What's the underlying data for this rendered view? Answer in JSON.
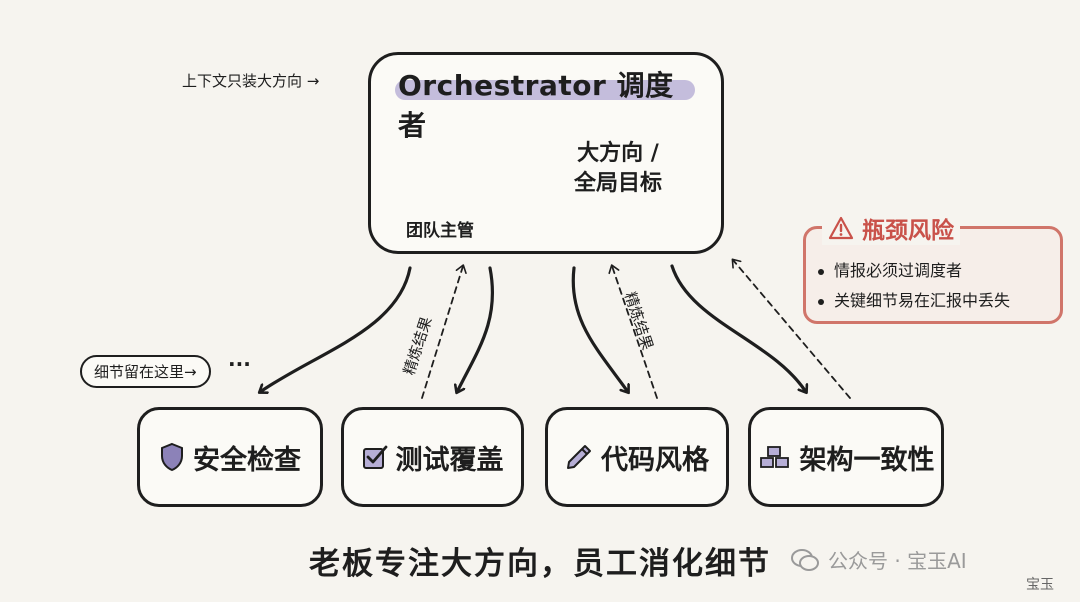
{
  "orchestrator": {
    "title": "Orchestrator 调度者",
    "person_label": "团队主管",
    "thought_line1": "大方向 /",
    "thought_line2": "全局目标"
  },
  "side_note": "上下文只装大方向 →",
  "detail_note": "细节留在这里→",
  "detail_dots": "···",
  "refine_label_1": "精炼结果",
  "refine_label_2": "精炼结果",
  "workers": [
    {
      "label": "安全检查",
      "icon": "shield-icon"
    },
    {
      "label": "测试覆盖",
      "icon": "checkbox-icon"
    },
    {
      "label": "代码风格",
      "icon": "pencil-icon"
    },
    {
      "label": "架构一致性",
      "icon": "blocks-icon"
    }
  ],
  "risk": {
    "title": "瓶颈风险",
    "items": [
      "情报必须过调度者",
      "关键细节易在汇报中丢失"
    ],
    "color": "#c9524a"
  },
  "caption": "老板专注大方向，员工消化细节",
  "watermark": {
    "text": "公众号 · 宝玉AI",
    "sub": "宝玉"
  }
}
